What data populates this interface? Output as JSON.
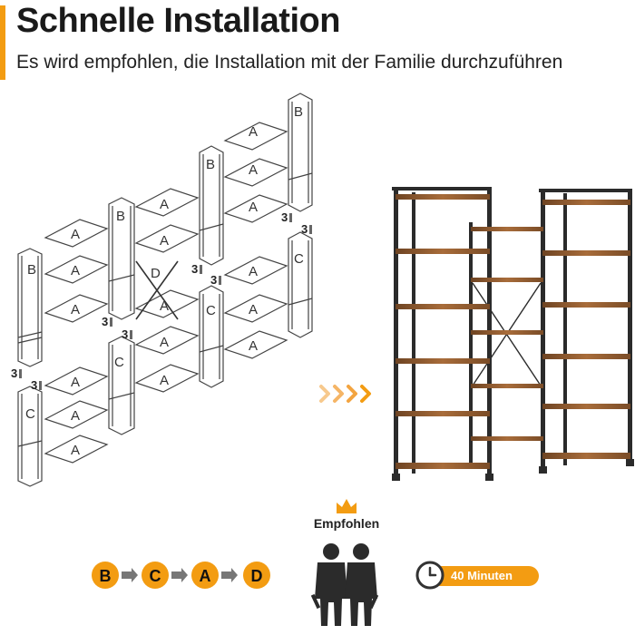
{
  "header": {
    "title": "Schnelle Installation",
    "subtitle": "Es wird empfohlen, die Installation mit der Familie durchzuführen"
  },
  "diagram": {
    "part_a": "A",
    "part_b": "B",
    "part_c": "C",
    "part_d": "D",
    "screw_count": "3"
  },
  "recommendation": {
    "label": "Empfohlen",
    "icon": "people-with-wrenches-icon"
  },
  "steps": [
    "B",
    "C",
    "A",
    "D"
  ],
  "time": {
    "label": "40 Minuten",
    "icon": "clock-icon"
  },
  "colors": {
    "accent": "#f39c12",
    "wood": "#8b5a2b",
    "frame": "#2b2b2b"
  }
}
